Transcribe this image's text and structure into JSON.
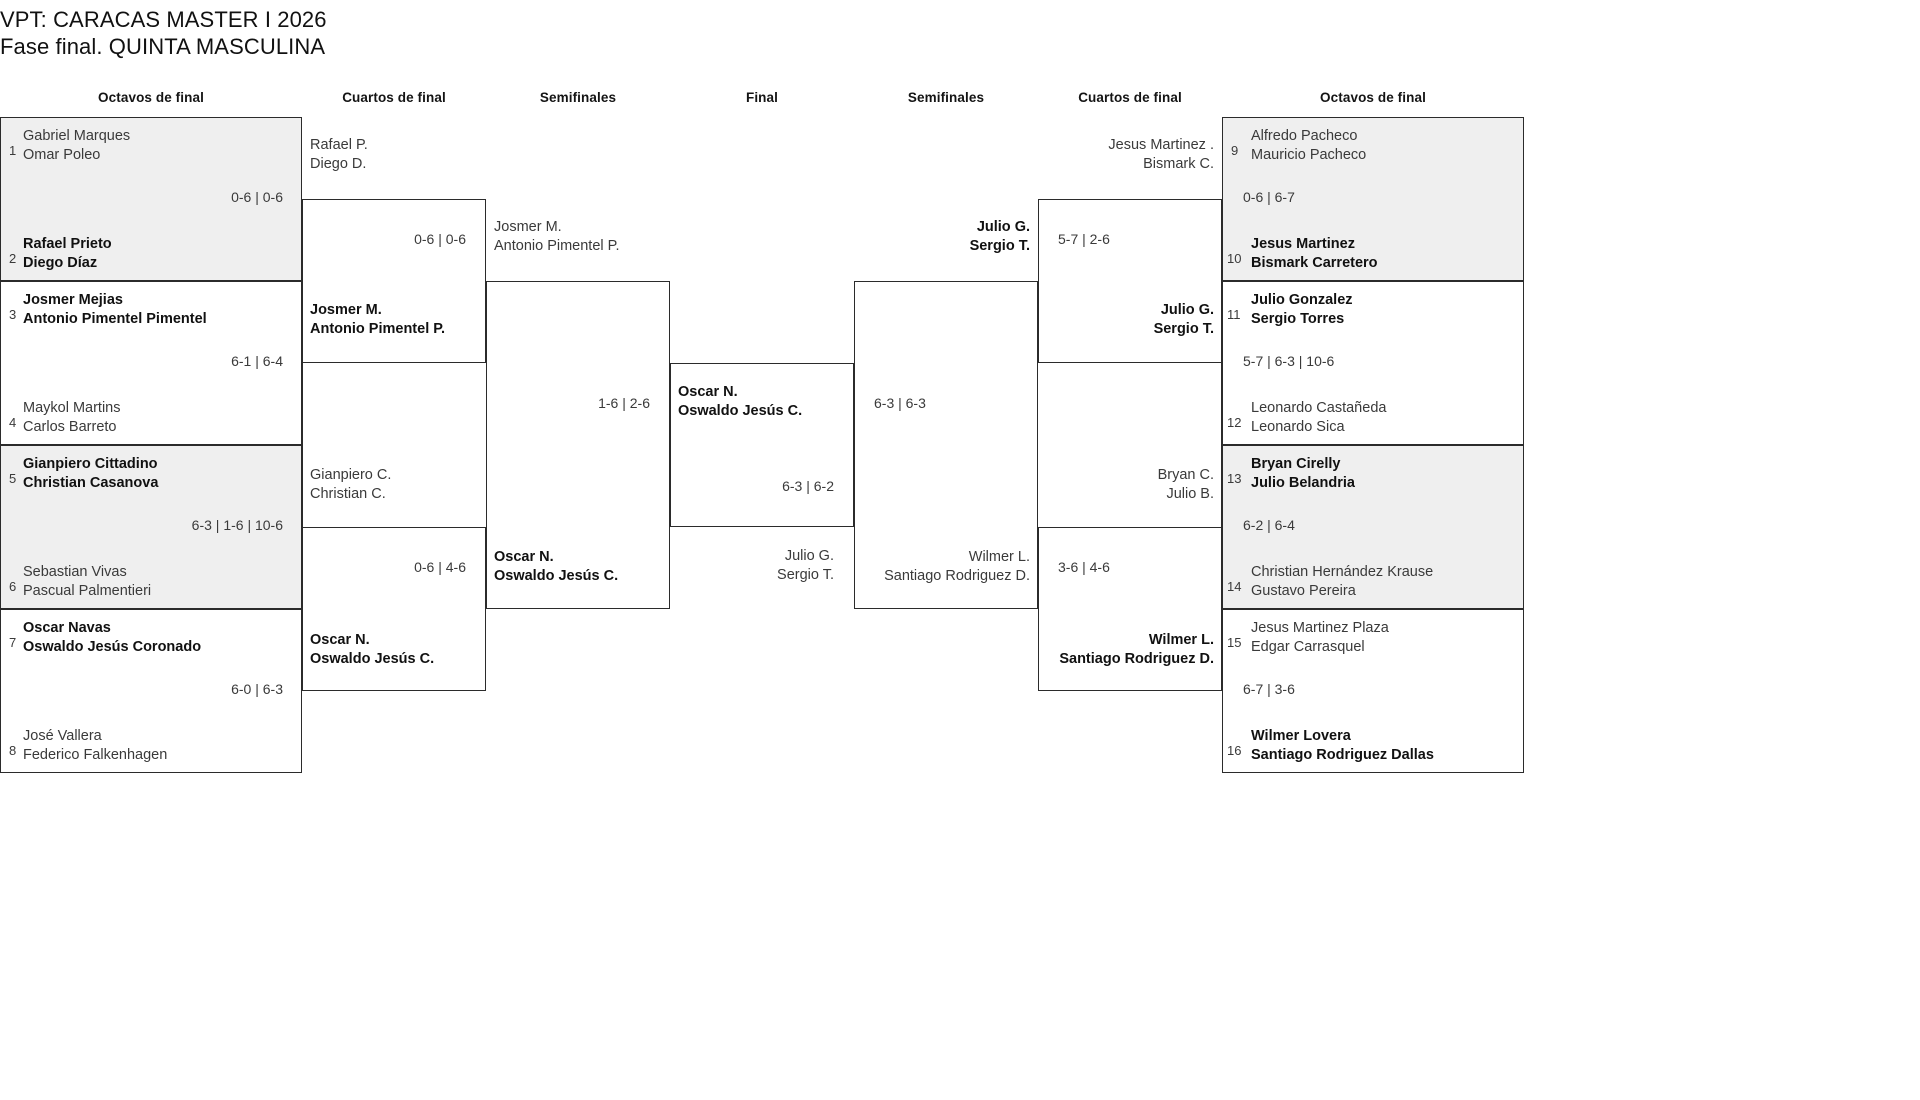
{
  "header": {
    "line1": "VPT: CARACAS MASTER I 2026",
    "line2": "Fase final. QUINTA MASCULINA"
  },
  "round_headers": [
    {
      "id": "left-octavos",
      "label": "Octavos de final"
    },
    {
      "id": "left-cuartos",
      "label": "Cuartos de final"
    },
    {
      "id": "left-semis",
      "label": "Semifinales"
    },
    {
      "id": "final",
      "label": "Final"
    },
    {
      "id": "right-semis",
      "label": "Semifinales"
    },
    {
      "id": "right-cuartos",
      "label": "Cuartos de final"
    },
    {
      "id": "right-octavos",
      "label": "Octavos de final"
    }
  ],
  "left_octavos": [
    {
      "shaded": true,
      "score": "0-6 | 0-6",
      "top": {
        "seed": "1",
        "p1": "Gabriel Marques",
        "p2": "Omar Poleo",
        "winner": false
      },
      "bottom": {
        "seed": "2",
        "p1": "Rafael Prieto",
        "p2": "Diego Díaz",
        "winner": true
      }
    },
    {
      "shaded": false,
      "score": "6-1 | 6-4",
      "top": {
        "seed": "3",
        "p1": "Josmer Mejias",
        "p2": "Antonio Pimentel Pimentel",
        "winner": true
      },
      "bottom": {
        "seed": "4",
        "p1": "Maykol Martins",
        "p2": "Carlos Barreto",
        "winner": false
      }
    },
    {
      "shaded": true,
      "score": "6-3 | 1-6 | 10-6",
      "top": {
        "seed": "5",
        "p1": "Gianpiero Cittadino",
        "p2": "Christian Casanova",
        "winner": true
      },
      "bottom": {
        "seed": "6",
        "p1": "Sebastian Vivas",
        "p2": "Pascual Palmentieri",
        "winner": false
      }
    },
    {
      "shaded": false,
      "score": "6-0 | 6-3",
      "top": {
        "seed": "7",
        "p1": "Oscar Navas",
        "p2": "Oswaldo Jesús Coronado",
        "winner": true
      },
      "bottom": {
        "seed": "8",
        "p1": "José Vallera",
        "p2": "Federico Falkenhagen",
        "winner": false
      }
    }
  ],
  "right_octavos": [
    {
      "shaded": true,
      "score": "0-6 | 6-7",
      "top": {
        "seed": "9",
        "p1": "Alfredo Pacheco",
        "p2": "Mauricio Pacheco",
        "winner": false
      },
      "bottom": {
        "seed": "10",
        "p1": "Jesus Martinez",
        "p2": "Bismark Carretero",
        "winner": true
      }
    },
    {
      "shaded": false,
      "score": "5-7 | 6-3 | 10-6",
      "top": {
        "seed": "11",
        "p1": "Julio Gonzalez",
        "p2": "Sergio Torres",
        "winner": true
      },
      "bottom": {
        "seed": "12",
        "p1": "Leonardo Castañeda",
        "p2": "Leonardo Sica",
        "winner": false
      }
    },
    {
      "shaded": true,
      "score": "6-2 | 6-4",
      "top": {
        "seed": "13",
        "p1": "Bryan Cirelly",
        "p2": "Julio Belandria",
        "winner": true
      },
      "bottom": {
        "seed": "14",
        "p1": "Christian Hernández Krause",
        "p2": "Gustavo Pereira",
        "winner": false
      }
    },
    {
      "shaded": false,
      "score": "6-7 | 3-6",
      "top": {
        "seed": "15",
        "p1": "Jesus Martinez Plaza",
        "p2": "Edgar Carrasquel",
        "winner": false
      },
      "bottom": {
        "seed": "16",
        "p1": "Wilmer Lovera",
        "p2": "Santiago Rodriguez Dallas",
        "winner": true
      }
    }
  ],
  "left_cuartos": [
    {
      "score": "0-6 | 0-6",
      "top": {
        "p1": "Rafael P.",
        "p2": "Diego D.",
        "winner": false
      },
      "bottom": {
        "p1": "Josmer M.",
        "p2": "Antonio Pimentel P.",
        "winner": true
      }
    },
    {
      "score": "0-6 | 4-6",
      "top": {
        "p1": "Gianpiero C.",
        "p2": "Christian C.",
        "winner": false
      },
      "bottom": {
        "p1": "Oscar N.",
        "p2": "Oswaldo Jesús C.",
        "winner": true
      }
    }
  ],
  "right_cuartos": [
    {
      "score": "5-7 | 2-6",
      "top": {
        "p1": "Jesus Martinez .",
        "p2": "Bismark C.",
        "winner": false
      },
      "bottom": {
        "p1": "Julio G.",
        "p2": "Sergio T.",
        "winner": true
      }
    },
    {
      "score": "3-6 | 4-6",
      "top": {
        "p1": "Bryan C.",
        "p2": "Julio B.",
        "winner": false
      },
      "bottom": {
        "p1": "Wilmer L.",
        "p2": "Santiago Rodriguez D.",
        "winner": true
      }
    }
  ],
  "left_semis": [
    {
      "score": "1-6 | 2-6",
      "top": {
        "p1": "Josmer M.",
        "p2": "Antonio Pimentel P.",
        "winner": false
      },
      "bottom": {
        "p1": "Oscar N.",
        "p2": "Oswaldo Jesús C.",
        "winner": true
      }
    }
  ],
  "right_semis": [
    {
      "score": "6-3 | 6-3",
      "top": {
        "p1": "Julio G.",
        "p2": "Sergio T.",
        "winner": true
      },
      "bottom": {
        "p1": "Wilmer L.",
        "p2": "Santiago Rodriguez D.",
        "winner": false
      }
    }
  ],
  "final": {
    "score": "6-3 | 6-2",
    "top": {
      "p1": "Oscar N.",
      "p2": "Oswaldo Jesús C.",
      "winner": true
    },
    "bottom": {
      "p1": "Julio G.",
      "p2": "Sergio T.",
      "winner": false
    }
  },
  "colors": {
    "shaded_cell": "#efefef",
    "border": "#2b2b2b",
    "text": "#3a3a3a",
    "winner_text": "#111111"
  }
}
